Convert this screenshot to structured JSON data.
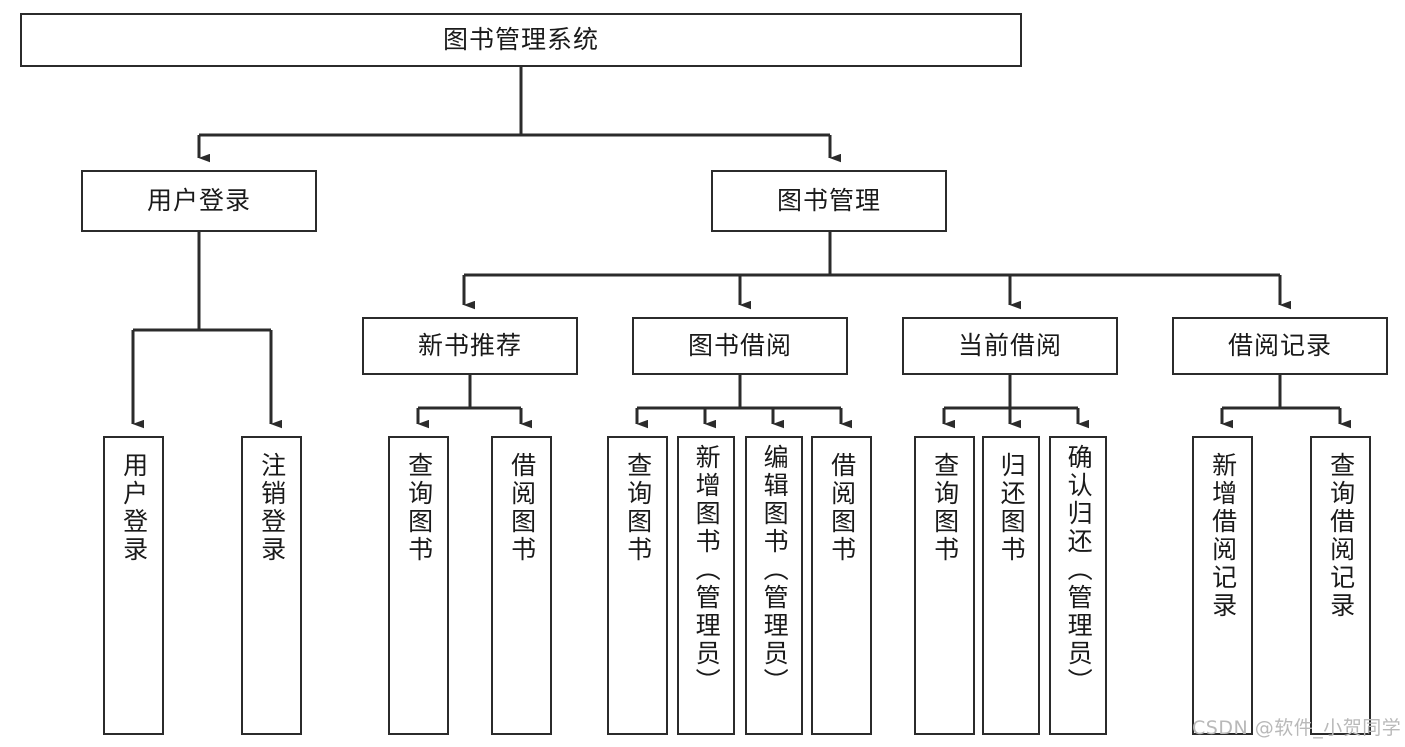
{
  "diagram": {
    "type": "tree-hierarchy",
    "title": "图书管理系统",
    "root": {
      "id": "root",
      "label": "图书管理系统"
    },
    "level2": [
      {
        "id": "user-login",
        "label": "用户登录"
      },
      {
        "id": "book-admin",
        "label": "图书管理"
      }
    ],
    "level3": [
      {
        "id": "new-book-rec",
        "label": "新书推荐",
        "parent": "book-admin"
      },
      {
        "id": "book-borrow",
        "label": "图书借阅",
        "parent": "book-admin"
      },
      {
        "id": "current-borrow",
        "label": "当前借阅",
        "parent": "book-admin"
      },
      {
        "id": "borrow-record",
        "label": "借阅记录",
        "parent": "book-admin"
      }
    ],
    "leaves": [
      {
        "id": "leaf-user-login",
        "label": "用户登录",
        "parent": "user-login"
      },
      {
        "id": "leaf-user-logout",
        "label": "注销登录",
        "parent": "user-login"
      },
      {
        "id": "leaf-rec-query",
        "label": "查询图书",
        "parent": "new-book-rec"
      },
      {
        "id": "leaf-rec-borrow",
        "label": "借阅图书",
        "parent": "new-book-rec"
      },
      {
        "id": "leaf-borrow-query",
        "label": "查询图书",
        "parent": "book-borrow"
      },
      {
        "id": "leaf-borrow-add",
        "label": "新增图书（管理员）",
        "parent": "book-borrow"
      },
      {
        "id": "leaf-borrow-edit",
        "label": "编辑图书（管理员）",
        "parent": "book-borrow"
      },
      {
        "id": "leaf-borrow-do",
        "label": "借阅图书",
        "parent": "book-borrow"
      },
      {
        "id": "leaf-cur-query",
        "label": "查询图书",
        "parent": "current-borrow"
      },
      {
        "id": "leaf-cur-return",
        "label": "归还图书",
        "parent": "current-borrow"
      },
      {
        "id": "leaf-cur-confirm",
        "label": "确认归还（管理员）",
        "parent": "current-borrow"
      },
      {
        "id": "leaf-rec-add",
        "label": "新增借阅记录",
        "parent": "borrow-record"
      },
      {
        "id": "leaf-rec-query2",
        "label": "查询借阅记录",
        "parent": "borrow-record"
      }
    ]
  },
  "watermark": {
    "text": "CSDN @软件_小贺同学"
  },
  "colors": {
    "stroke": "#2b2b2b",
    "background": "#ffffff",
    "text": "#1a1a1a",
    "watermark": "#b9b9b9"
  }
}
